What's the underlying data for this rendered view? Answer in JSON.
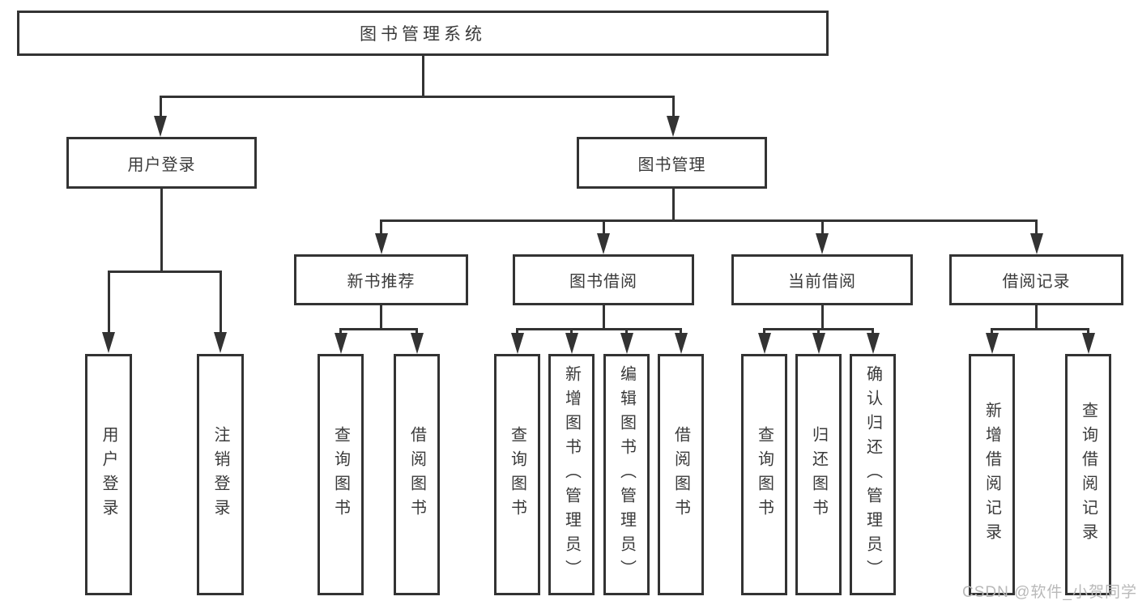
{
  "diagram": {
    "root": "图书管理系统",
    "branches": [
      {
        "label": "用户登录",
        "children": [
          {
            "label": "用户登录"
          },
          {
            "label": "注销登录"
          }
        ]
      },
      {
        "label": "图书管理",
        "children": [
          {
            "label": "新书推荐",
            "children": [
              {
                "label": "查询图书"
              },
              {
                "label": "借阅图书"
              }
            ]
          },
          {
            "label": "图书借阅",
            "children": [
              {
                "label": "查询图书"
              },
              {
                "label": "新增图书（管理员）"
              },
              {
                "label": "编辑图书（管理员）"
              },
              {
                "label": "借阅图书"
              }
            ]
          },
          {
            "label": "当前借阅",
            "children": [
              {
                "label": "查询图书"
              },
              {
                "label": "归还图书"
              },
              {
                "label": "确认归还（管理员）"
              }
            ]
          },
          {
            "label": "借阅记录",
            "children": [
              {
                "label": "新增借阅记录"
              },
              {
                "label": "查询借阅记录"
              }
            ]
          }
        ]
      }
    ]
  },
  "watermark": "CSDN @软件_小贺同学",
  "colors": {
    "line": "#333333",
    "text": "#3a3a3a",
    "watermark": "#b9b9b9",
    "background": "#ffffff"
  }
}
